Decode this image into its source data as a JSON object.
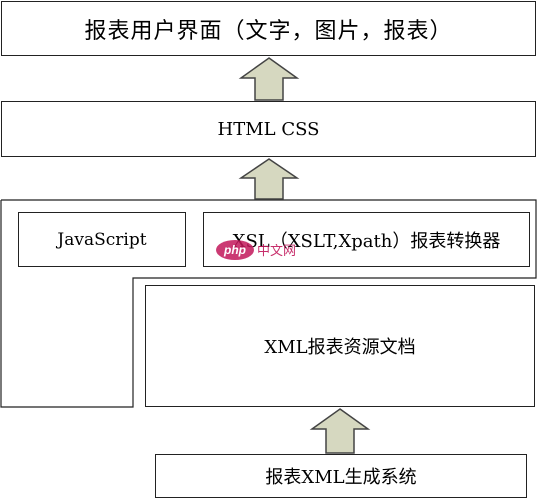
{
  "diagram": {
    "ui_layer": {
      "label": "报表用户界面（文字，图片，报表）"
    },
    "presentation_layer": {
      "label": "HTML CSS"
    },
    "javascript": {
      "label": "JavaScript"
    },
    "xsl_transformer": {
      "label": "XSL（XSLT,Xpath）报表转换器"
    },
    "xml_document": {
      "label": "XML报表资源文档"
    },
    "xml_generator": {
      "label": "报表XML生成系统"
    }
  },
  "watermark": {
    "text": "php中文网"
  },
  "colors": {
    "border": "#222222",
    "arrow_fill": "#d6d8c0",
    "arrow_stroke": "#444444",
    "watermark_badge": "#c2185b"
  }
}
